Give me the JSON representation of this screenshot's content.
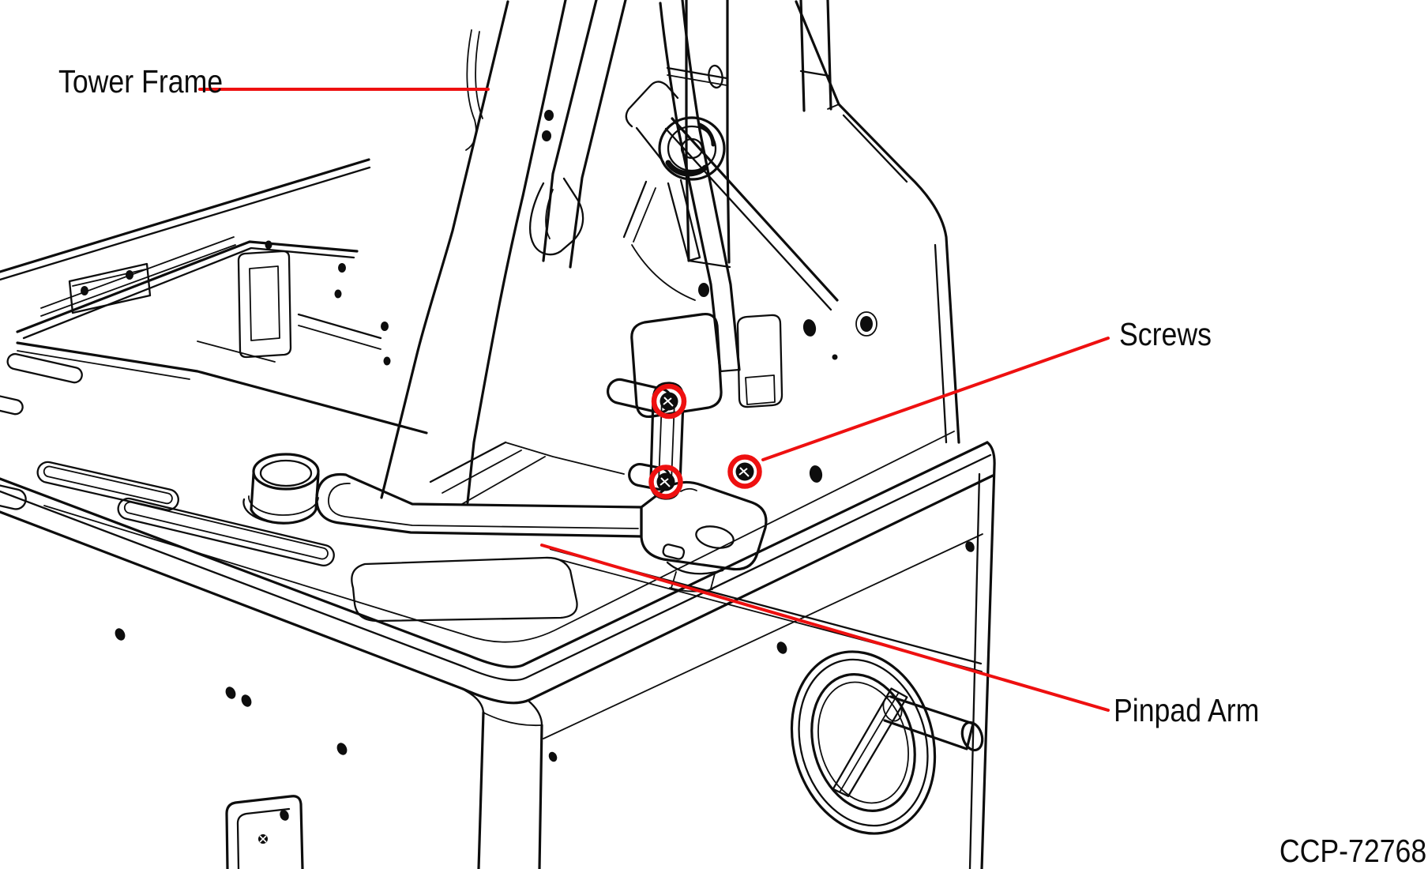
{
  "diagram": {
    "labels": {
      "tower_frame": "Tower Frame",
      "screws": "Screws",
      "pinpad_arm": "Pinpad Arm"
    },
    "part_code": "CCP-72768"
  },
  "colors": {
    "ink": "#0d0d0d",
    "callout": "#ee1010"
  }
}
